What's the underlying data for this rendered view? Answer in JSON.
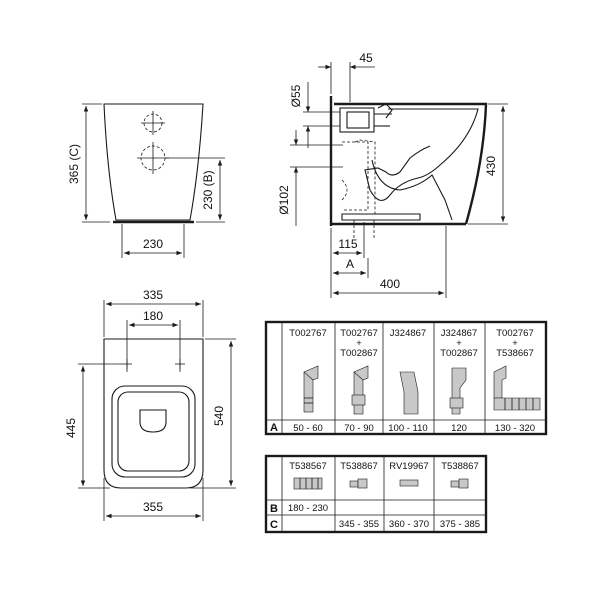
{
  "front_view": {
    "width_label": "230",
    "height_c_label": "365 (C)",
    "height_b_label": "230 (B)"
  },
  "side_view": {
    "offset_top_label": "45",
    "dia_upper_label": "Ø55",
    "dia_lower_label": "Ø102",
    "height_label": "430",
    "offset_115_label": "115",
    "a_label": "A",
    "depth_label": "400"
  },
  "top_view": {
    "width_top_label": "335",
    "fixing_label": "180",
    "length_label": "445",
    "total_length_label": "540",
    "width_bottom_label": "355"
  },
  "table_a": {
    "row_label": "A",
    "columns": [
      {
        "code": "T002767",
        "code2": "",
        "plus": "",
        "value": "50 - 60"
      },
      {
        "code": "T002767",
        "plus": "+",
        "code2": "T002867",
        "value": "70 - 90"
      },
      {
        "code": "J324867",
        "code2": "",
        "plus": "",
        "value": "100 - 110"
      },
      {
        "code": "J324867",
        "plus": "+",
        "code2": "T002867",
        "value": "120"
      },
      {
        "code": "T002767",
        "plus": "+",
        "code2": "T538667",
        "value": "130 - 320"
      }
    ]
  },
  "table_bc": {
    "row_b_label": "B",
    "row_c_label": "C",
    "columns": [
      {
        "code": "T538567",
        "b": "180 - 230",
        "c": ""
      },
      {
        "code": "T538867",
        "b": "",
        "c": "345 - 355"
      },
      {
        "code": "RV19967",
        "b": "",
        "c": "360 - 370"
      },
      {
        "code": "T538867",
        "b": "",
        "c": "375 - 385"
      }
    ]
  }
}
